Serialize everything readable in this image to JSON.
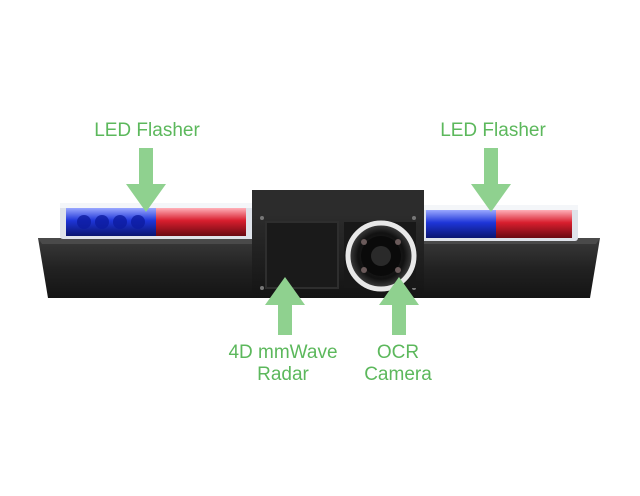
{
  "labels": {
    "led_left": "LED Flasher",
    "led_right": "LED Flasher",
    "radar_line1": "4D mmWave",
    "radar_line2": "Radar",
    "ocr_line1": "OCR",
    "ocr_line2": "Camera"
  },
  "colors": {
    "annotation": "#5cb85c",
    "arrow": "#8fd18f",
    "housing": "#1f1f1f",
    "light_blue": "#1e35d8",
    "light_red": "#d81e2e",
    "camera_ring": "#e8e8e8"
  }
}
